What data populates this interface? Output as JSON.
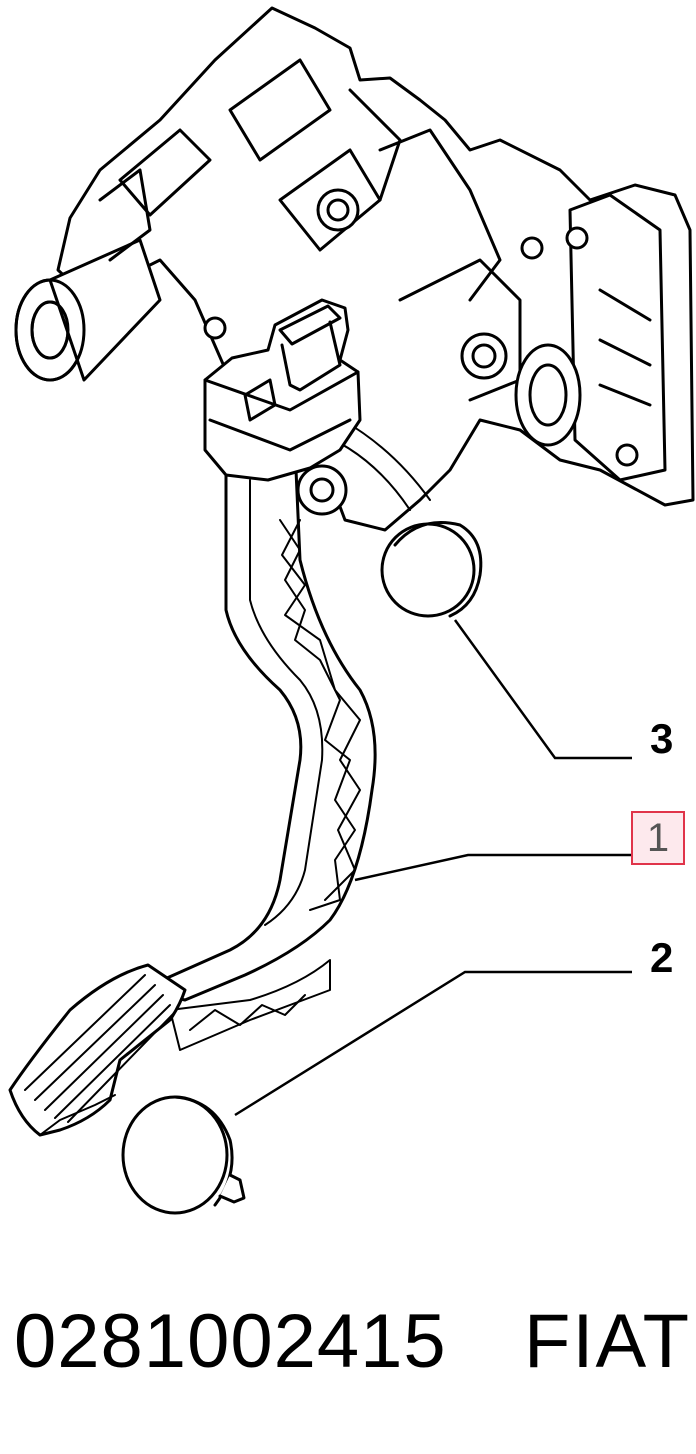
{
  "callouts": {
    "one": "1",
    "two": "2",
    "three": "3"
  },
  "caption": {
    "part_number": "0281002415",
    "brand": "FIAT"
  },
  "colors": {
    "line": "#000000",
    "highlight_border": "#e0344a",
    "highlight_fill": "#fde9ed"
  }
}
